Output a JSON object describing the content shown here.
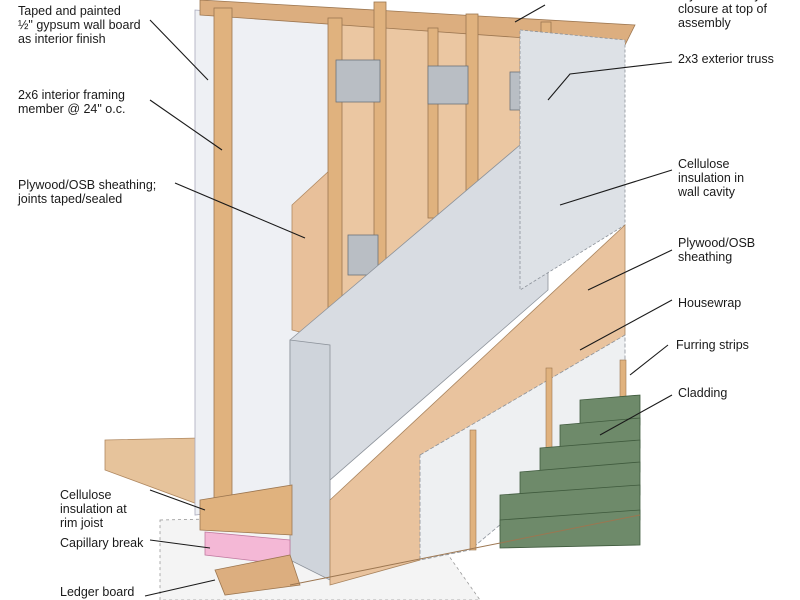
{
  "labels": {
    "gypsum": "Taped and painted\n½\" gypsum wall board\nas interior finish",
    "framing": "2x6 interior framing\nmember @ 24\" o.c.",
    "sheathing_inner": "Plywood/OSB sheathing;\njoints taped/sealed",
    "cellulose_rim": "Cellulose\ninsulation at\nrim joist",
    "capillary": "Capillary break",
    "ledger": "Ledger board",
    "closure": "Plywood cavity\nclosure at top of\nassembly",
    "truss": "2x3 exterior truss",
    "cellulose_cavity": "Cellulose\ninsulation in\nwall cavity",
    "sheathing_outer": "Plywood/OSB\nsheathing",
    "housewrap": "Housewrap",
    "furring": "Furring strips",
    "cladding": "Cladding"
  },
  "colors": {
    "wood": "#e9c9a4",
    "wood_dark": "#d6a777",
    "stud": "#e4b884",
    "drywall": "#eef0f3",
    "cellulose": "#d9dde3",
    "pink": "#f4b8d6",
    "cladding": "#6e8a6a",
    "cladding_dark": "#4f6a4c",
    "concrete": "#f3f3f3",
    "metal": "#b7bcc2"
  }
}
